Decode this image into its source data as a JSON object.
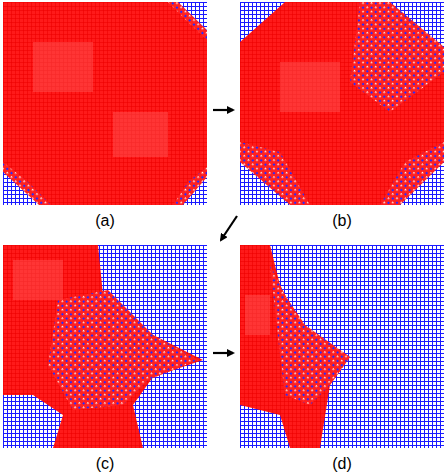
{
  "diagram": {
    "nodes": [
      {
        "text": [
          "(a)"
        ]
      },
      {
        "text": [
          "(b)"
        ]
      },
      {
        "text": [
          "(c)"
        ]
      },
      {
        "text": [
          "(d)"
        ]
      }
    ],
    "edges": [
      {
        "from": 0,
        "to": 1,
        "arrow": "to"
      },
      {
        "from": 1,
        "to": 2,
        "arrow": "to"
      },
      {
        "from": 2,
        "to": 3,
        "arrow": "to"
      }
    ]
  }
}
